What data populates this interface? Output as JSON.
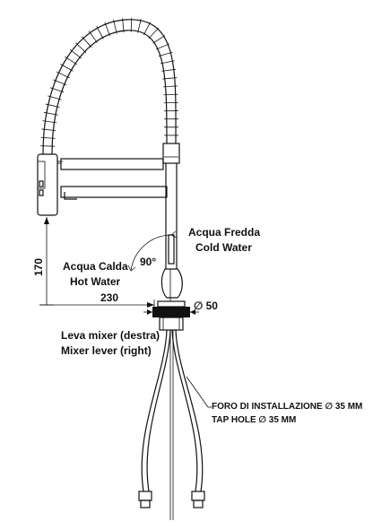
{
  "labels": {
    "cold_it": "Acqua Fredda",
    "cold_en": "Cold Water",
    "hot_it": "Acqua Calda",
    "hot_en": "Hot Water",
    "angle": "90°",
    "lever_it": "Leva mixer (destra)",
    "lever_en": "Mixer lever (right)",
    "hole_it": "FORO DI INSTALLAZIONE  ∅ 35 MM",
    "hole_en": "TAP HOLE  ∅ 35 MM"
  },
  "dimensions": {
    "height": "170",
    "reach": "230",
    "diameter": "∅ 50"
  },
  "colors": {
    "line": "#111111",
    "background": "#ffffff"
  }
}
